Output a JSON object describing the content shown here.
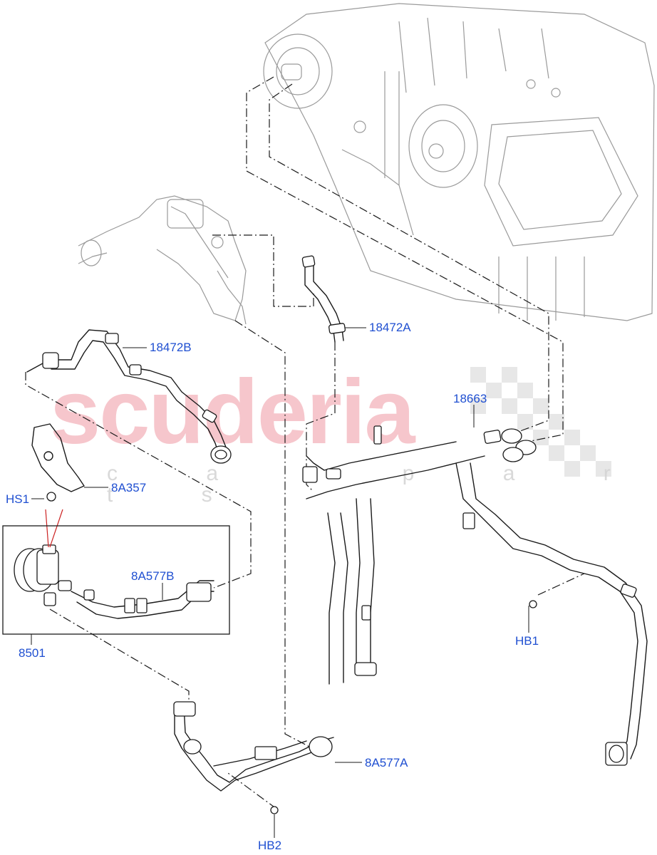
{
  "watermark": {
    "brand": "scuderia",
    "sub": "c a r p a r t s"
  },
  "callouts": {
    "c18472A": "18472A",
    "c18472B": "18472B",
    "c18663": "18663",
    "c8A357": "8A357",
    "cHS1": "HS1",
    "c8A577B": "8A577B",
    "c8501": "8501",
    "cHB1": "HB1",
    "c8A577A": "8A577A",
    "cHB2": "HB2"
  },
  "colors": {
    "line": "#1a1a1a",
    "ghost": "#9a9a9a",
    "callout": "#1f4fd1",
    "watermark": "#f6c6cc",
    "checker": "#d4d4d4",
    "pointer_red": "#cc2222"
  }
}
